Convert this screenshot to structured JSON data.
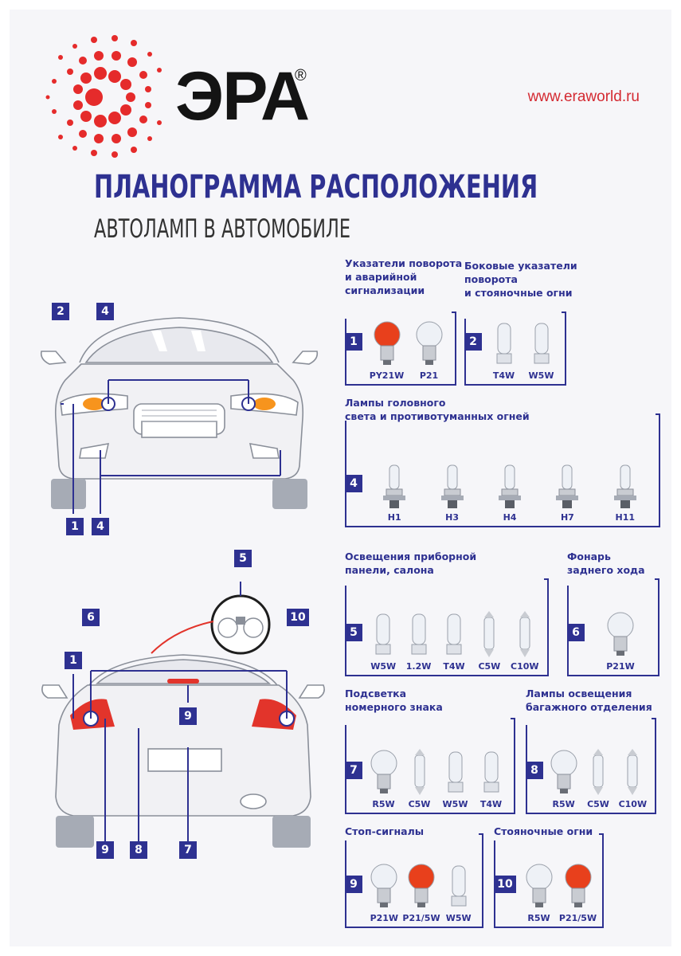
{
  "header": {
    "brand": "ЭРА",
    "registered_mark": "®",
    "url": "www.eraworld.ru"
  },
  "title": "ПЛАНОГРАММА РАСПОЛОЖЕНИЯ",
  "subtitle": "АВТОЛАМП В АВТОМОБИЛЕ",
  "colors": {
    "accent": "#2e3191",
    "brand_red": "#d42a32",
    "amber": "#f05a22"
  },
  "front_car": {
    "markers": [
      "2",
      "4",
      "1",
      "4"
    ]
  },
  "rear_car": {
    "markers": [
      "5",
      "6",
      "10",
      "1",
      "9",
      "9",
      "8",
      "7"
    ]
  },
  "groups": [
    {
      "number": "1",
      "heading": "Указатели поворота\nи аварийной\nсигнализации",
      "lamps": [
        "PY21W",
        "P21"
      ]
    },
    {
      "number": "2",
      "heading": "Боковые указатели\nповорота\nи стояночные огни",
      "lamps": [
        "T4W",
        "W5W"
      ]
    },
    {
      "number": "4",
      "heading": "Лампы головного\nсвета и противотуманных огней",
      "lamps": [
        "H1",
        "H3",
        "H4",
        "H7",
        "H11"
      ]
    },
    {
      "number": "5",
      "heading": "Освещения приборной\nпанели, салона",
      "lamps": [
        "W5W",
        "1.2W",
        "T4W",
        "C5W",
        "C10W"
      ]
    },
    {
      "number": "6",
      "heading": "Фонарь\nзаднего хода",
      "lamps": [
        "P21W"
      ]
    },
    {
      "number": "7",
      "heading": "Подсветка\nномерного знака",
      "lamps": [
        "R5W",
        "C5W",
        "W5W",
        "T4W"
      ]
    },
    {
      "number": "8",
      "heading": "Лампы освещения\nбагажного отделения",
      "lamps": [
        "R5W",
        "C5W",
        "C10W"
      ]
    },
    {
      "number": "9",
      "heading": "Стоп-сигналы",
      "lamps": [
        "P21W",
        "P21/5W",
        "W5W"
      ]
    },
    {
      "number": "10",
      "heading": "Стояночные огни",
      "lamps": [
        "R5W",
        "P21/5W"
      ]
    }
  ]
}
